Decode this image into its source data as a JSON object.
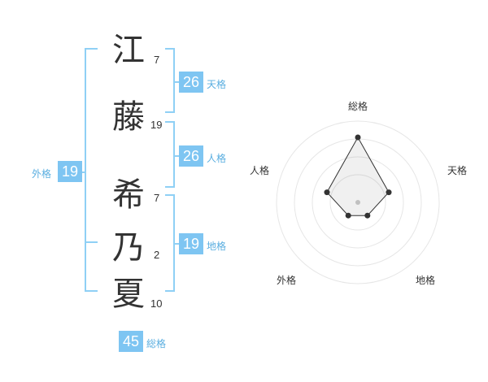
{
  "name": {
    "characters": [
      {
        "char": "江",
        "strokes": "7"
      },
      {
        "char": "藤",
        "strokes": "19"
      },
      {
        "char": "希",
        "strokes": "7"
      },
      {
        "char": "乃",
        "strokes": "2"
      },
      {
        "char": "夏",
        "strokes": "10"
      }
    ]
  },
  "fortune": {
    "tenkaku": {
      "value": "26",
      "label": "天格"
    },
    "jinkaku": {
      "value": "26",
      "label": "人格"
    },
    "chikaku": {
      "value": "19",
      "label": "地格"
    },
    "gaikaku": {
      "value": "19",
      "label": "外格"
    },
    "soukaku": {
      "value": "45",
      "label": "総格"
    }
  },
  "radar": {
    "axes": [
      "総格",
      "天格",
      "地格",
      "外格",
      "人格"
    ],
    "levels": 4,
    "values": [
      4,
      2,
      1,
      1,
      2
    ],
    "max": 5
  },
  "colors": {
    "accent": "#7ec5f2",
    "bracket": "#8fd0f5",
    "text": "#333333"
  }
}
